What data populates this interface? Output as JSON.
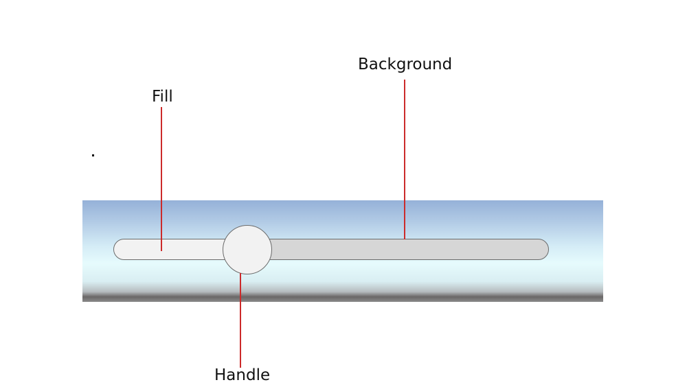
{
  "labels": {
    "fill": "Fill",
    "background": "Background",
    "handle": "Handle"
  },
  "slider": {
    "value_fraction": 0.31
  },
  "colors": {
    "leader_line": "#cc2a2a",
    "track_background": "#d6d6d6",
    "fill": "#f2f2f2",
    "handle": "#f2f2f2",
    "outline": "#6a6a6a"
  }
}
